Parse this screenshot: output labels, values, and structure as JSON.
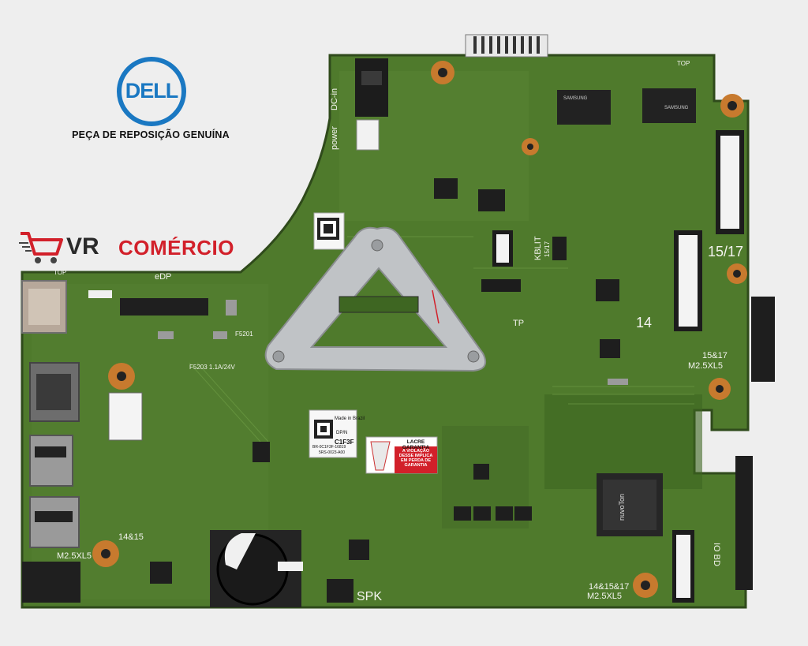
{
  "branding": {
    "logo_text": "DELL",
    "tagline": "PEÇA DE REPOSIÇÃO GENUÍNA",
    "seller_part1": "VR",
    "seller_part2": "COMÉRCIO",
    "logo_color": "#1a78c2",
    "seller_accent": "#d2202a"
  },
  "board": {
    "pcb_color": "#4f7a2c",
    "labels": {
      "power_dcin": "power",
      "dc_in": "DC-in",
      "top_left": "TOP",
      "top_right": "TOP",
      "edp": "eDP",
      "kblit": "KBLIT",
      "kblit_sizes": "15/17",
      "size_1517": "15/17",
      "size_14": "14",
      "screw_1517": "15&17",
      "screw_spec_1": "M2.5XL5",
      "screw_1415": "14&15",
      "screw_spec_2": "M2.5XL5",
      "screw_141517": "14&15&17",
      "screw_spec_3": "M2.5XL5",
      "io_bd": "IO BD",
      "spk": "SPK",
      "fuse": "F5203  1.1A/24V",
      "fuse_2": "F5201",
      "tp": "TP",
      "ram_brand": "SAMSUNG",
      "ec_brand": "nuvoTon"
    },
    "stickers": {
      "service_label": "Made in Brazil",
      "dpn_label": "DP/N",
      "dpn_value": "C1F3F",
      "dpn_code": "BR-0C1F3F-16819",
      "dpn_sub": "5RS-0023-A00",
      "warranty_head": "LACRE GARANTIA",
      "warranty_text": "A VIOLAÇÃO DESSE IMPLICA EM PERDA DE GARANTIA"
    }
  }
}
